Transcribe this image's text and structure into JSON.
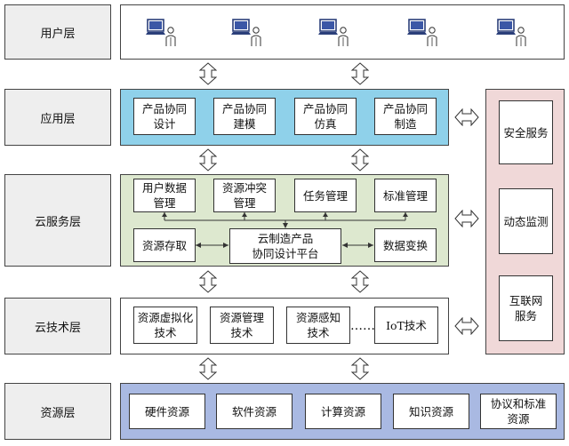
{
  "layers": {
    "user": "用户层",
    "application": "应用层",
    "cloud_service": "云服务层",
    "cloud_tech": "云技术层",
    "resource": "资源层"
  },
  "user_icons": [
    "user-computer-icon",
    "user-computer-icon",
    "user-computer-icon",
    "user-computer-icon",
    "user-computer-icon"
  ],
  "application": [
    "产品协同\n设计",
    "产品协同\n建模",
    "产品协同\n仿真",
    "产品协同\n制造"
  ],
  "cloud_service": {
    "top": [
      "用户数据\n管理",
      "资源冲突\n管理",
      "任务管理",
      "标准管理"
    ],
    "platform": "云制造产品\n协同设计平台",
    "left": "资源存取",
    "right": "数据变换"
  },
  "cloud_tech": {
    "items": [
      "资源虚拟化\n技术",
      "资源管理\n技术",
      "资源感知\n技术"
    ],
    "ellipsis": "……",
    "iot": "IoT技术"
  },
  "resource": [
    "硬件资源",
    "软件资源",
    "计算资源",
    "知识资源",
    "协议和标准\n资源"
  ],
  "side": [
    "安全服务",
    "动态监测",
    "互联网\n服务"
  ],
  "colors": {
    "application_panel": "#8fd1ea",
    "cloud_service_panel": "#dde8cf",
    "resource_panel": "#a9b9e2",
    "side_panel": "#f0d8d8",
    "label_bg": "#eeeeee"
  }
}
